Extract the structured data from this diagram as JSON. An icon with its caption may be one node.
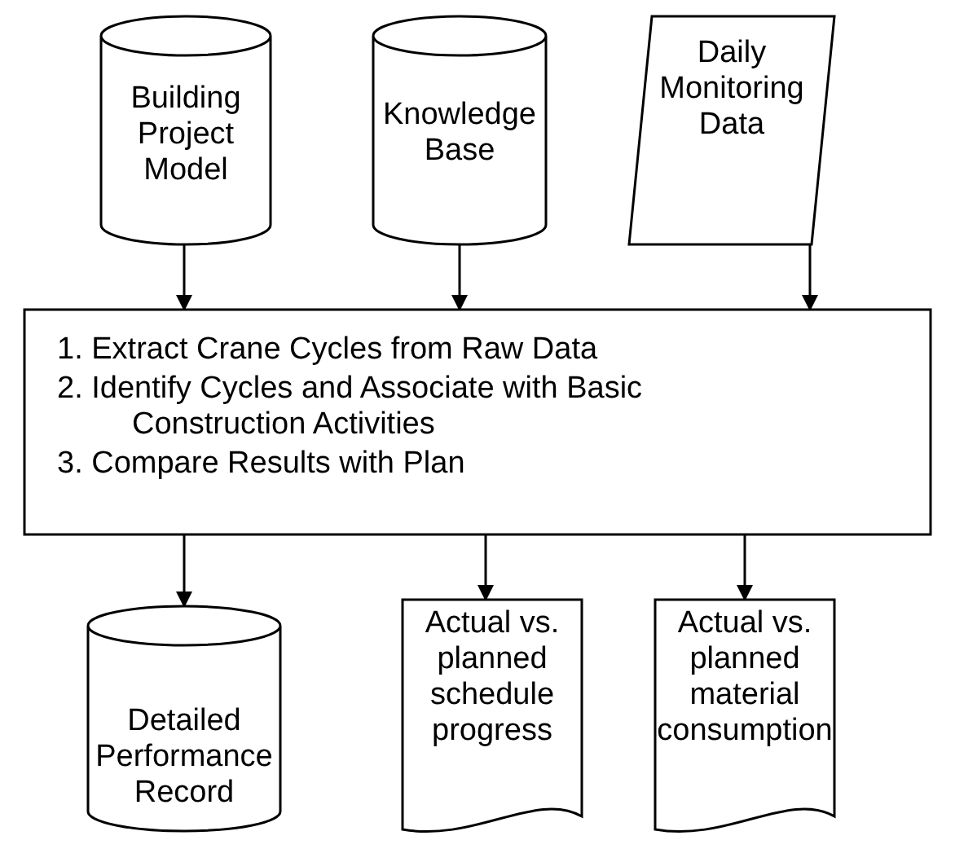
{
  "diagram": {
    "nodes": [
      {
        "text": [
          "Building Project Model"
        ]
      },
      {
        "text": [
          "Knowledge Base"
        ]
      },
      {
        "text": [
          "Daily Monitoring Data"
        ]
      },
      {
        "text": [
          "1. Extract Crane Cycles from Raw Data",
          "2. Identify Cycles and Associate with Basic Construction Activities",
          "3. Compare Results with Plan"
        ]
      },
      {
        "text": [
          "Detailed Performance Record"
        ]
      },
      {
        "text": [
          "Actual vs. planned schedule progress"
        ]
      },
      {
        "text": [
          "Actual vs. planned material consumption"
        ]
      }
    ],
    "edges": [
      {
        "from": 0,
        "to": 3,
        "arrow": "to"
      },
      {
        "from": 1,
        "to": 3,
        "arrow": "to"
      },
      {
        "from": 2,
        "to": 3,
        "arrow": "to"
      },
      {
        "from": 3,
        "to": 4,
        "arrow": "to"
      },
      {
        "from": 3,
        "to": 5,
        "arrow": "to"
      },
      {
        "from": 3,
        "to": 6,
        "arrow": "to"
      }
    ]
  }
}
